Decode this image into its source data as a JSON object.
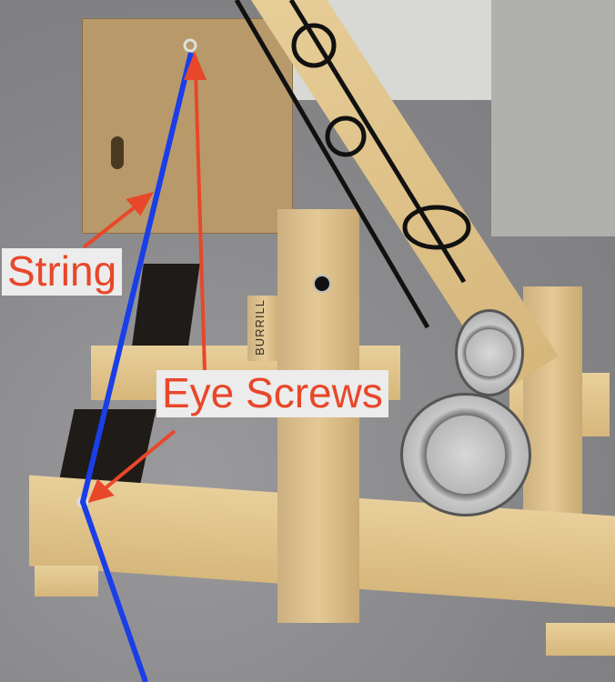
{
  "annotations": {
    "string_label": "String",
    "eye_screws_label": "Eye Screws"
  },
  "stamp_text": "BURRILL",
  "colors": {
    "label_text": "#e8472a",
    "label_bg": "#ececec",
    "string_line": "#1a3ee8",
    "arrow": "#e8472a"
  }
}
